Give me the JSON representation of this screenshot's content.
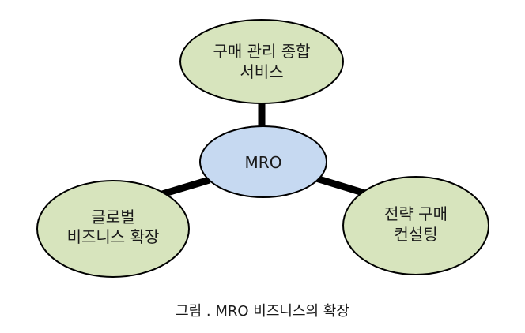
{
  "center": {
    "label": "MRO"
  },
  "nodes": [
    {
      "id": "top",
      "line1": "구매 관리 종합",
      "line2": "서비스"
    },
    {
      "id": "left",
      "line1": "글로벌",
      "line2": "비즈니스 확장"
    },
    {
      "id": "right",
      "line1": "전략 구매",
      "line2": "컨설팅"
    }
  ],
  "caption": "그림 . MRO 비즈니스의 확장",
  "colors": {
    "outer_fill": "#d7e4bd",
    "center_fill": "#c6d9f1",
    "stroke": "#000000",
    "connector": "#000000"
  }
}
